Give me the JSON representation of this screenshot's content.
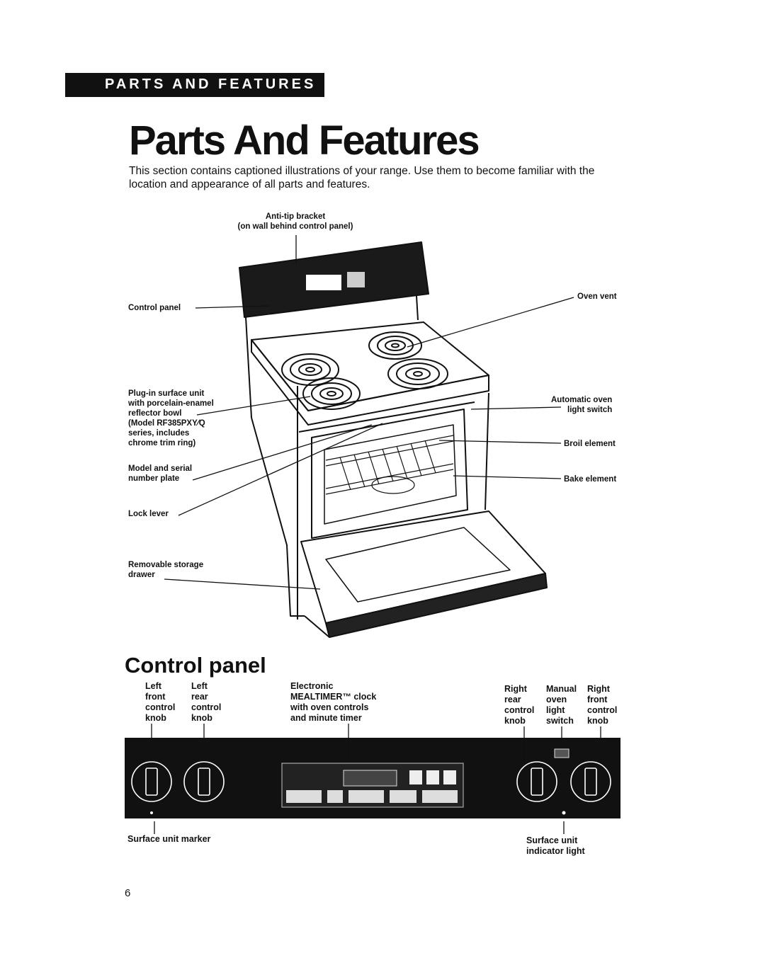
{
  "header": {
    "banner": "PARTS AND FEATURES",
    "title": "Parts And Features",
    "intro": "This section contains captioned illustrations of your range. Use them to become familiar with the location and appearance of all parts and features."
  },
  "range_labels": {
    "anti_tip": "Anti-tip bracket\n(on wall behind control panel)",
    "control_panel": "Control panel",
    "plugin_unit": "Plug-in surface unit\nwith porcelain-enamel\nreflector bowl\n(Model RF385PXY⁄Q\nseries, includes\nchrome trim ring)",
    "model_plate": "Model and serial\nnumber plate",
    "lock_lever": "Lock lever",
    "storage_drawer": "Removable storage\ndrawer",
    "oven_vent": "Oven vent",
    "auto_light": "Automatic oven\nlight switch",
    "broil": "Broil element",
    "bake": "Bake element"
  },
  "control_panel": {
    "heading": "Control panel",
    "left_front": "Left\nfront\ncontrol\nknob",
    "left_rear": "Left\nrear\ncontrol\nknob",
    "clock": "Electronic\nMEALTIMER™ clock\nwith oven controls\nand minute timer",
    "right_rear": "Right\nrear\ncontrol\nknob",
    "manual_light": "Manual\noven\nlight\nswitch",
    "right_front": "Right\nfront\ncontrol\nknob",
    "surface_marker": "Surface unit marker",
    "indicator": "Surface unit\nindicator light"
  },
  "page_number": "6"
}
